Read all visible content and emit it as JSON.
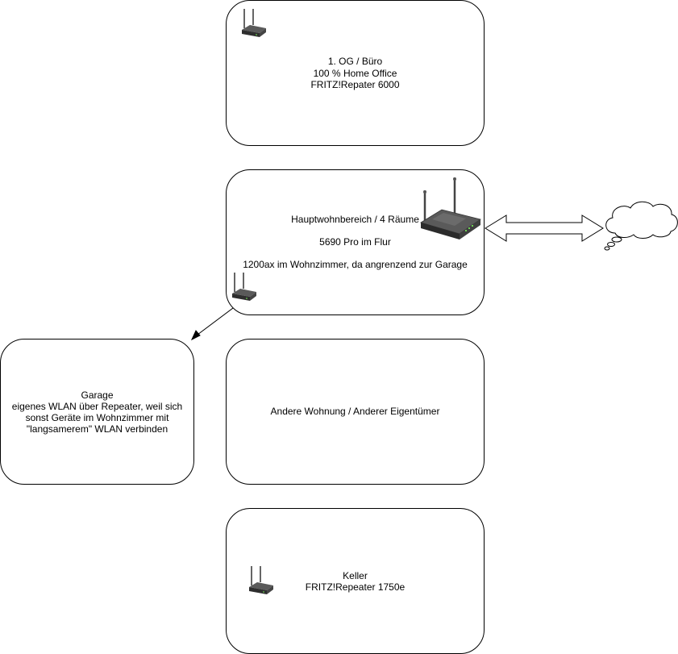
{
  "nodes": {
    "buero": {
      "line1": "1. OG / Büro",
      "line2": "100 % Home Office",
      "line3": "FRITZ!Repater 6000"
    },
    "haupt": {
      "line1": "Hauptwohnbereich / 4 Räume",
      "line2": "5690 Pro im Flur",
      "line3": "1200ax im Wohnzimmer, da angrenzend zur Garage"
    },
    "garage": {
      "line1": "Garage",
      "line2": "eigenes WLAN über Repeater, weil sich",
      "line3": "sonst Geräte im Wohnzimmer mit",
      "line4": "\"langsamerem\" WLAN verbinden"
    },
    "andere": {
      "line1": "Andere Wohnung / Anderer Eigentümer"
    },
    "keller": {
      "line1": "Keller",
      "line2": "FRITZ!Repeater 1750e"
    }
  },
  "colors": {
    "stroke": "#000000",
    "fill": "#ffffff",
    "device_dark": "#3a3a3a",
    "device_top": "#5a5a5a",
    "led": "#7cff5a"
  },
  "icons": [
    "repeater-icon",
    "router-icon",
    "cloud-icon"
  ]
}
